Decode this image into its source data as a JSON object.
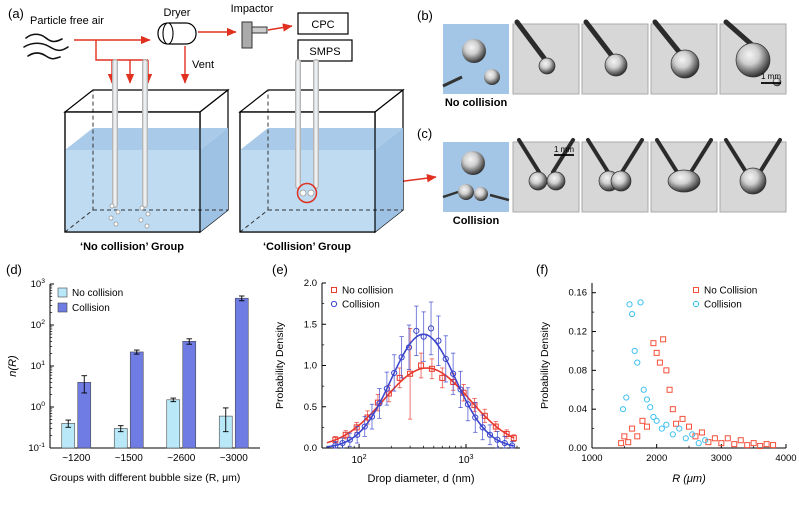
{
  "figure": {
    "panel_labels": {
      "a": "(a)",
      "b": "(b)",
      "c": "(c)",
      "d": "(d)",
      "e": "(e)",
      "f": "(f)"
    }
  },
  "panel_a": {
    "labels": {
      "particle_free_air": "Particle free air",
      "dryer": "Dryer",
      "impactor": "Impactor",
      "cpc": "CPC",
      "smps": "SMPS",
      "vent": "Vent",
      "no_collision_group": "‘No collision’ Group",
      "collision_group": "‘Collision’ Group"
    }
  },
  "panel_b": {
    "label": "No collision",
    "scale_bar": "1 mm"
  },
  "panel_c": {
    "label": "Collision",
    "scale_bar": "1 mm"
  },
  "chart_data": [
    {
      "id": "d",
      "type": "bar",
      "ylabel": "n(R)",
      "xlabel": "Groups with different bubble size (R, μm)",
      "categories": [
        "~1200",
        "~1500",
        "~2600",
        "~3000"
      ],
      "yscale": "log",
      "ylim": [
        0.1,
        1000
      ],
      "ytick_exponents": [
        -1,
        0,
        1,
        2,
        3
      ],
      "legend_position": "top-left",
      "series": [
        {
          "name": "No collision",
          "color": "#b9e9f8",
          "values": [
            0.4,
            0.3,
            1.5,
            0.6
          ],
          "errors": [
            0.08,
            0.05,
            0.15,
            0.35
          ]
        },
        {
          "name": "Collision",
          "color": "#6f7ce3",
          "values": [
            4,
            22,
            40,
            450
          ],
          "errors": [
            1.8,
            2.5,
            6,
            60
          ]
        }
      ]
    },
    {
      "id": "e",
      "type": "scatter-line",
      "xlabel": "Drop diameter, d (nm)",
      "ylabel": "Probability Density",
      "xscale": "log",
      "xlim": [
        45,
        3200
      ],
      "xtick_exponents": [
        2,
        3
      ],
      "xminor_ticks": [
        50,
        60,
        70,
        80,
        90,
        200,
        300,
        400,
        500,
        600,
        700,
        800,
        900,
        2000,
        3000
      ],
      "ylim": [
        0,
        2.0
      ],
      "yticks": [
        0.0,
        0.5,
        1.0,
        1.5,
        2.0
      ],
      "legend_position": "top-left",
      "series": [
        {
          "name": "No collision",
          "color": "#e8392e",
          "marker": "square",
          "x": [
            60,
            75,
            95,
            120,
            150,
            190,
            240,
            300,
            380,
            480,
            600,
            760,
            950,
            1200,
            1500,
            1900,
            2400,
            2800
          ],
          "y": [
            0.1,
            0.16,
            0.25,
            0.37,
            0.55,
            0.66,
            0.85,
            0.9,
            1.0,
            0.96,
            0.85,
            0.8,
            0.67,
            0.52,
            0.39,
            0.26,
            0.17,
            0.12
          ],
          "err": [
            0.04,
            0.05,
            0.06,
            0.08,
            0.1,
            0.1,
            0.12,
            0.55,
            0.15,
            0.12,
            0.12,
            0.1,
            0.1,
            0.08,
            0.08,
            0.06,
            0.05,
            0.04
          ],
          "fit": {
            "amp": 0.97,
            "center": 430,
            "sigma": 0.4
          }
        },
        {
          "name": "Collision",
          "color": "#3d46cc",
          "marker": "circle",
          "x": [
            60,
            70,
            82,
            96,
            113,
            132,
            155,
            182,
            213,
            250,
            293,
            343,
            402,
            471,
            552,
            647,
            758,
            889,
            1042,
            1221,
            1431,
            1677,
            1966,
            2304,
            2700
          ],
          "y": [
            0.03,
            0.06,
            0.1,
            0.16,
            0.26,
            0.38,
            0.54,
            0.72,
            0.91,
            1.1,
            1.22,
            1.42,
            1.35,
            1.45,
            1.3,
            1.08,
            0.9,
            0.71,
            0.53,
            0.37,
            0.25,
            0.16,
            0.1,
            0.06,
            0.03
          ],
          "err": [
            0.05,
            0.06,
            0.08,
            0.1,
            0.12,
            0.15,
            0.18,
            0.2,
            0.22,
            0.25,
            0.27,
            0.3,
            0.3,
            0.32,
            0.3,
            0.28,
            0.25,
            0.22,
            0.2,
            0.18,
            0.15,
            0.12,
            0.1,
            0.08,
            0.05
          ],
          "fit": {
            "amp": 1.38,
            "center": 400,
            "sigma": 0.3
          }
        }
      ]
    },
    {
      "id": "f",
      "type": "scatter",
      "xlabel": "R (μm)",
      "ylabel": "Probability Density",
      "xlim": [
        1000,
        4000
      ],
      "xticks": [
        1000,
        2000,
        3000,
        4000
      ],
      "xminor_ticks": [
        1500,
        2500,
        3500
      ],
      "ylim": [
        0,
        0.17
      ],
      "yticks": [
        0.0,
        0.04,
        0.08,
        0.12,
        0.16
      ],
      "legend_position": "top-right",
      "series": [
        {
          "name": "No Collision",
          "color": "#f4503a",
          "marker": "square",
          "x": [
            1450,
            1500,
            1560,
            1620,
            1700,
            1780,
            1850,
            1950,
            2000,
            2050,
            2100,
            2150,
            2200,
            2250,
            2300,
            2400,
            2500,
            2600,
            2700,
            2800,
            2900,
            3000,
            3100,
            3200,
            3300,
            3400,
            3500,
            3600,
            3700,
            3800
          ],
          "y": [
            0.005,
            0.012,
            0.006,
            0.02,
            0.012,
            0.028,
            0.022,
            0.108,
            0.098,
            0.088,
            0.112,
            0.08,
            0.06,
            0.04,
            0.025,
            0.03,
            0.022,
            0.012,
            0.016,
            0.006,
            0.01,
            0.005,
            0.01,
            0.004,
            0.008,
            0.003,
            0.005,
            0.002,
            0.004,
            0.003
          ]
        },
        {
          "name": "Collision",
          "color": "#3fc1f0",
          "marker": "circle",
          "x": [
            1480,
            1530,
            1580,
            1620,
            1660,
            1700,
            1750,
            1800,
            1850,
            1900,
            1950,
            2000,
            2080,
            2150,
            2250,
            2350,
            2450,
            2550,
            2650,
            2750
          ],
          "y": [
            0.04,
            0.052,
            0.148,
            0.138,
            0.1,
            0.088,
            0.15,
            0.06,
            0.05,
            0.042,
            0.032,
            0.028,
            0.02,
            0.024,
            0.014,
            0.02,
            0.01,
            0.014,
            0.005,
            0.008
          ]
        }
      ]
    }
  ]
}
